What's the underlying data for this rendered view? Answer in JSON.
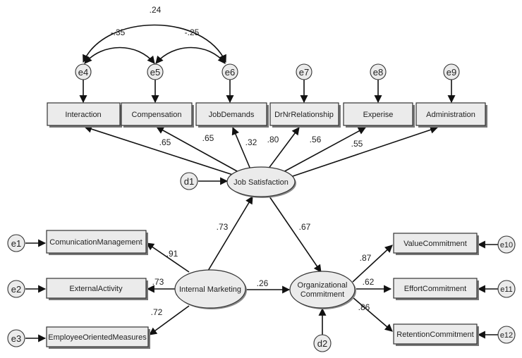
{
  "observed": {
    "interaction": "Interaction",
    "compensation": "Compensation",
    "job_demands": "JobDemands",
    "drnr_relationship": "DrNrRelationship",
    "experise": "Experise",
    "administration": "Administration",
    "comunication_management": "ComunicationManagement",
    "external_activity": "ExternalActivity",
    "employee_oriented_measures": "EmployeeOrientedMeasures",
    "value_commitment": "ValueCommitment",
    "effort_commitment": "EffortCommitment",
    "retention_commitment": "RetentionCommitment"
  },
  "latent": {
    "job_satisfaction": "Job Satisfaction",
    "internal_marketing": "Internal Marketing",
    "organizational_commitment_line1": "Organizational",
    "organizational_commitment_line2": "Commitment"
  },
  "errors": {
    "e1": "e1",
    "e2": "e2",
    "e3": "e3",
    "e4": "e4",
    "e5": "e5",
    "e6": "e6",
    "e7": "e7",
    "e8": "e8",
    "e9": "e9",
    "e10": "e10",
    "e11": "e11",
    "e12": "e12",
    "d1": "d1",
    "d2": "d2"
  },
  "coefficients": {
    "cov_e4_e6": ".24",
    "cov_e4_e5": "-.35",
    "cov_e5_e6": "-.25",
    "js_interaction": ".65",
    "js_compensation": ".65",
    "js_jobdemands": ".32",
    "js_drnr": ".80",
    "js_experise": ".56",
    "js_administration": ".55",
    "im_js": ".73",
    "js_oc": ".67",
    "im_oc": ".26",
    "im_comunication": ".91",
    "im_external": ".73",
    "im_employee": ".72",
    "oc_value": ".87",
    "oc_effort": ".62",
    "oc_retention": ".86"
  }
}
